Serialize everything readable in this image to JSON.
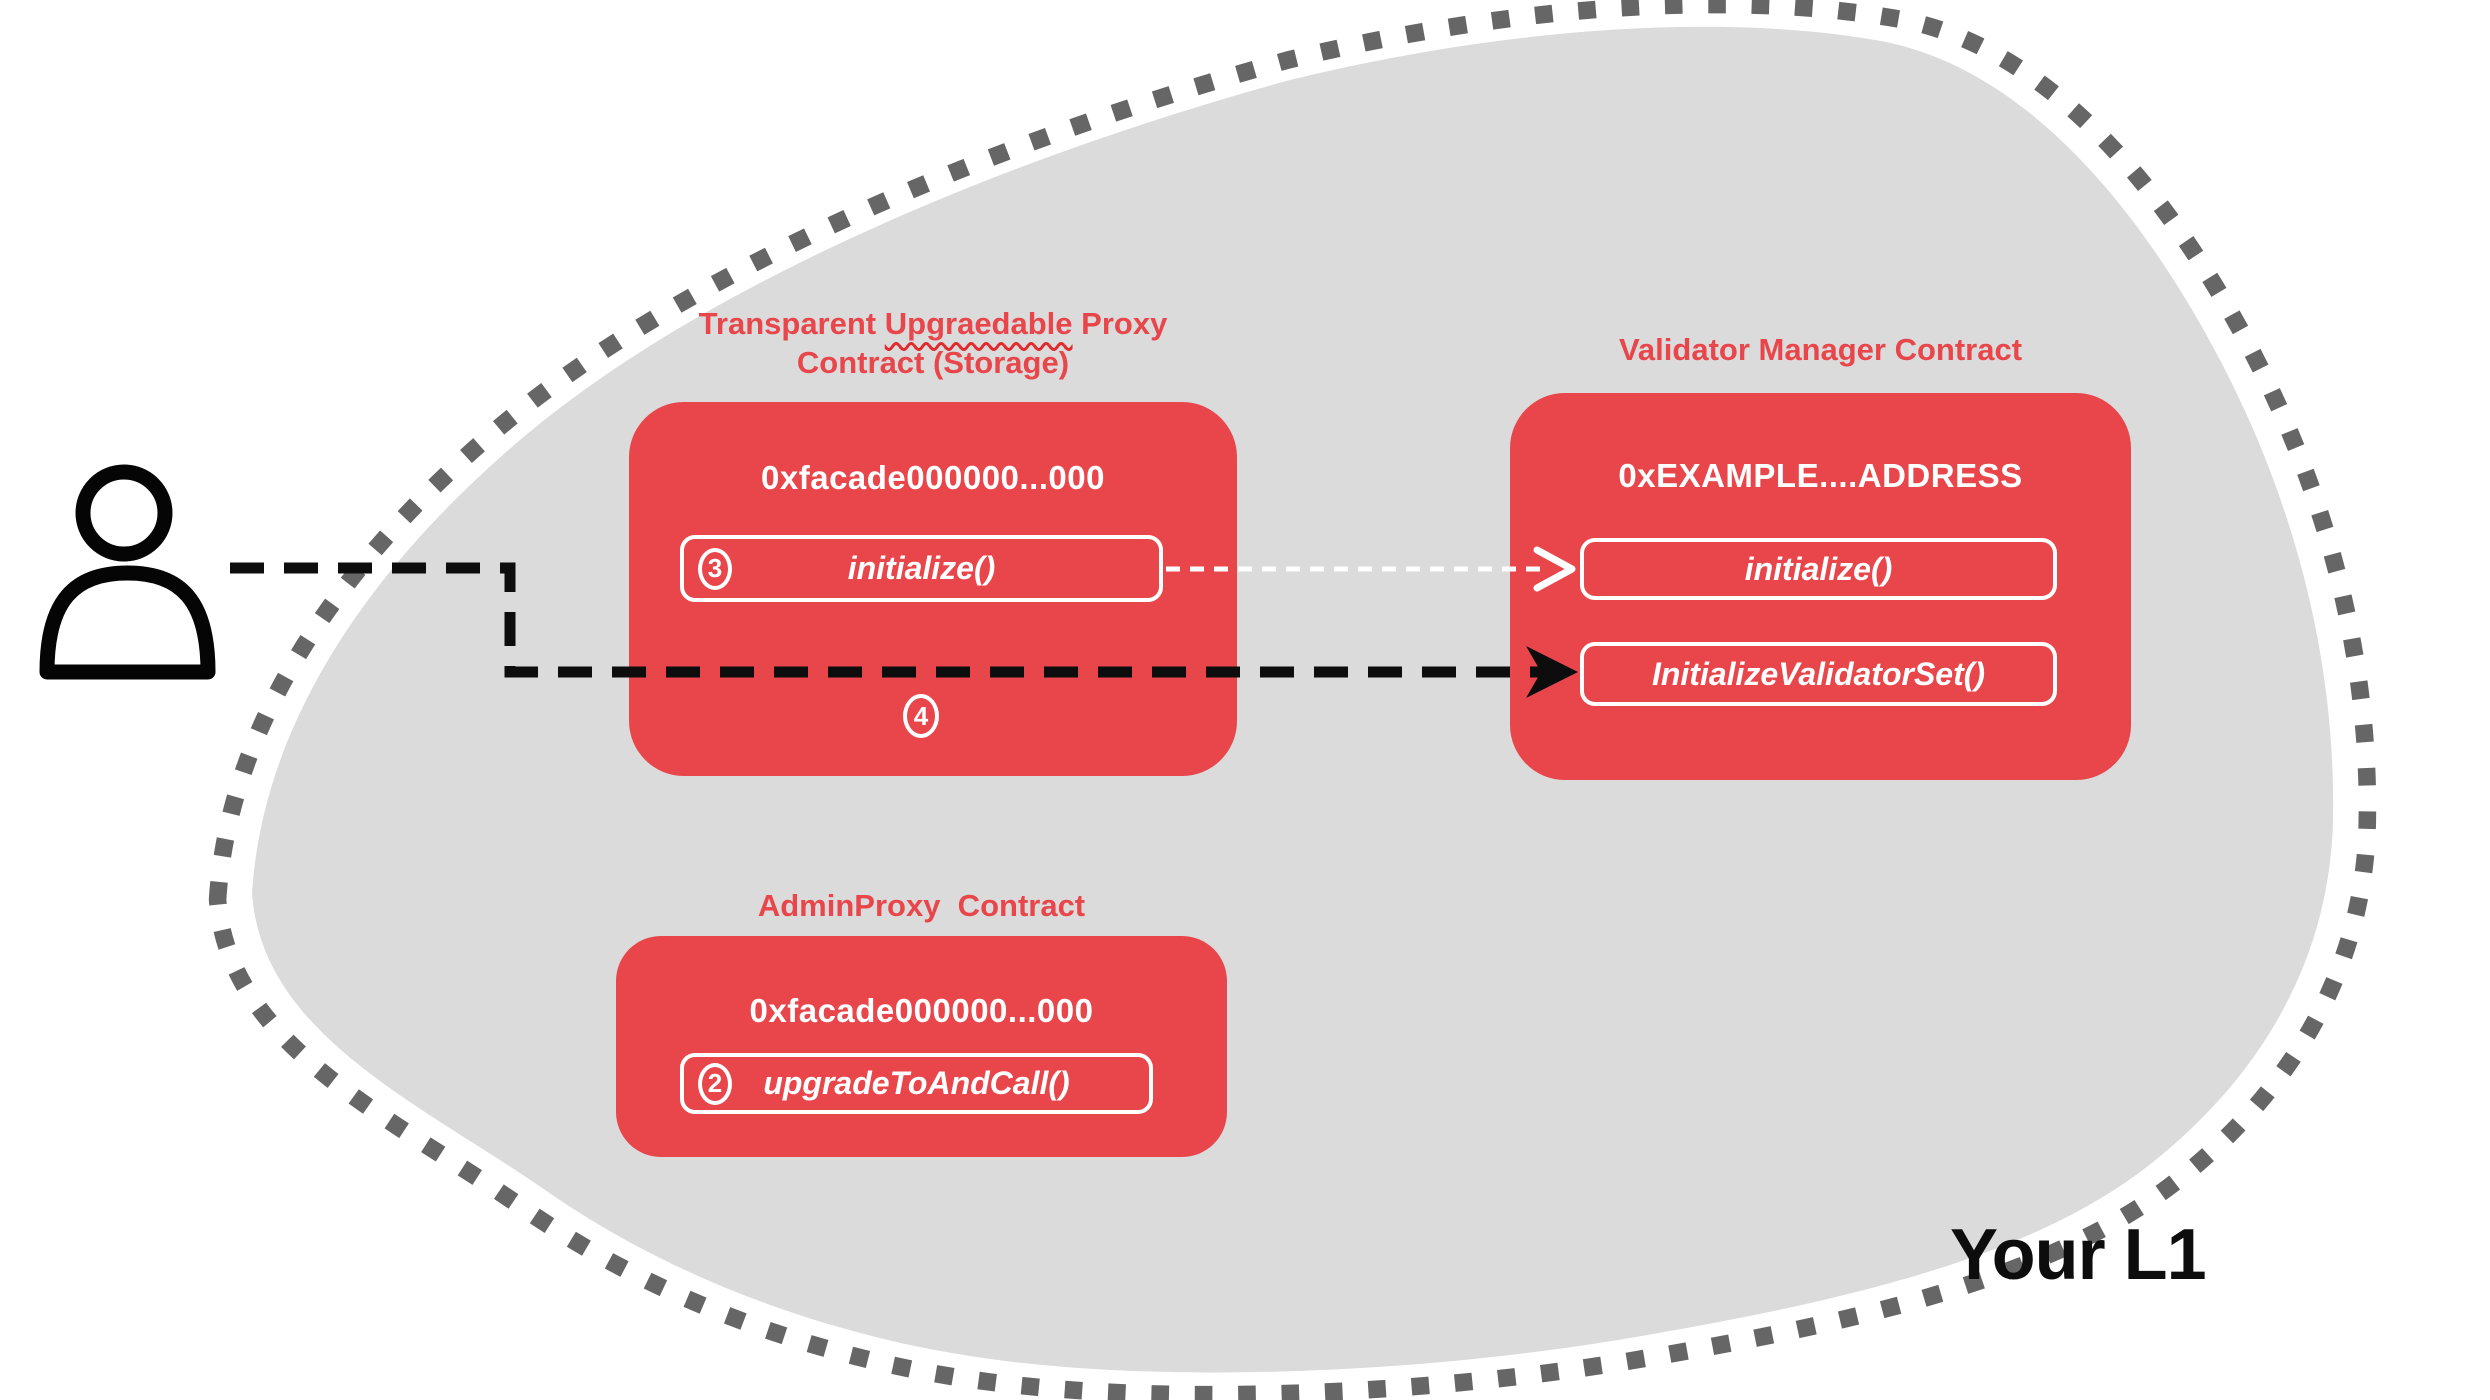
{
  "diagram": {
    "region_label": "Your L1",
    "proxy_contract": {
      "title_pre": "Transparent",
      "title_misspelled": "Upgraedable",
      "title_post": "Proxy",
      "title_line2": "Contract (Storage)",
      "address": "0xfacade000000...000",
      "function_pill": {
        "step_number": "3",
        "label": "initialize()"
      },
      "step_below_number": "4"
    },
    "validator_contract": {
      "title": "Validator Manager Contract",
      "address": "0xEXAMPLE....ADDRESS",
      "function_pills": [
        {
          "label": "initialize()"
        },
        {
          "label": "InitializeValidatorSet()"
        }
      ]
    },
    "admin_contract": {
      "title": "AdminProxy  Contract",
      "address": "0xfacade000000...000",
      "function_pill": {
        "step_number": "2",
        "label": "upgradeToAndCall()"
      }
    },
    "colors": {
      "contract_box_red": "#e8464a",
      "title_red": "#e8464a",
      "l1_blob_gray": "#dbdbdb",
      "dotted_border_gray": "#666666",
      "arrow_black": "#0d0d0d",
      "arrow_white": "#ffffff"
    }
  }
}
